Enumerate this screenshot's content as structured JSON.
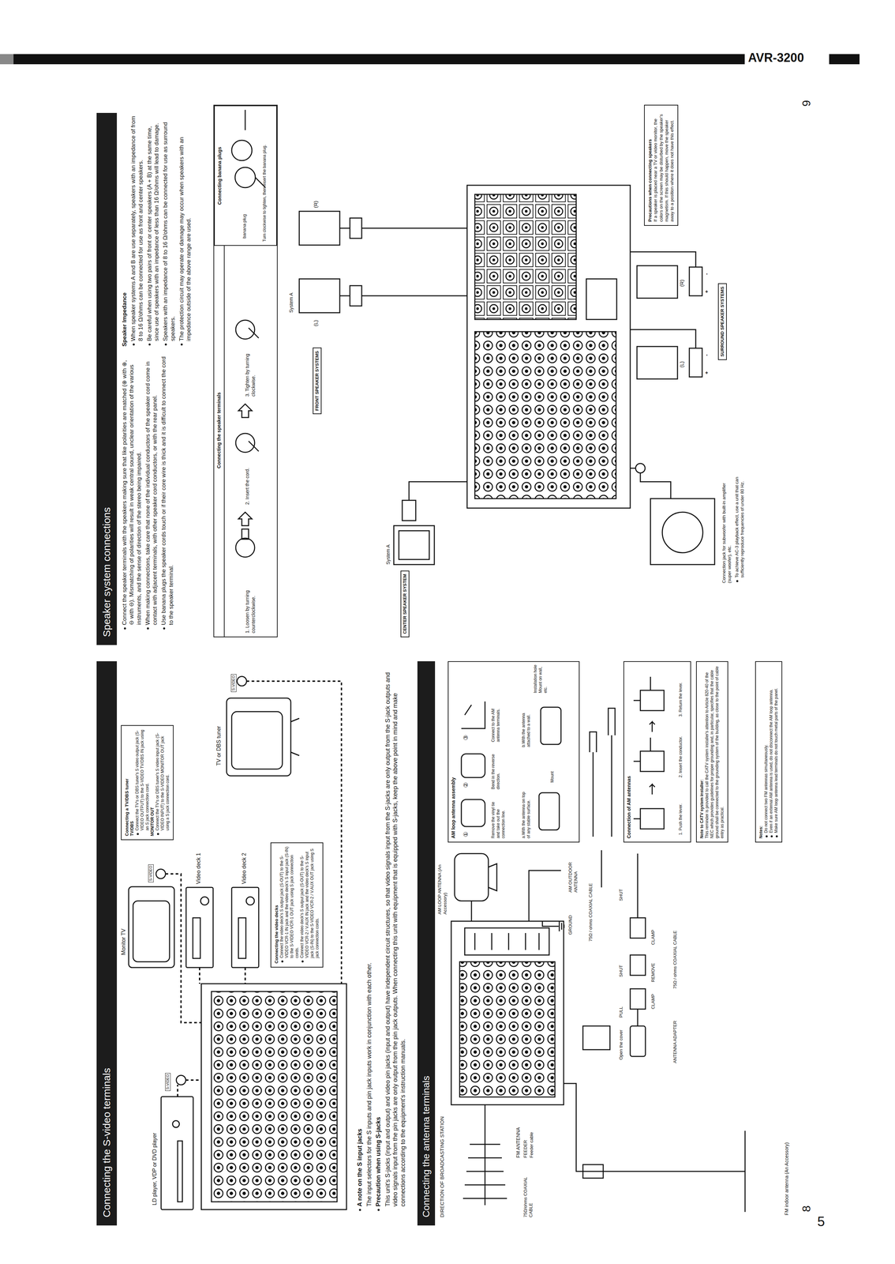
{
  "diagram": {
    "nodes": [
      {
        "text": [
          "AVR-3200"
        ]
      },
      {
        "text": [
          "Connecting the S-video terminals"
        ]
      },
      {
        "text": [
          "Connecting a TV/DBS tuner",
          "TV/DBS",
          "Connect the TV's or DBS tuner's S video output jack (S-VIDEO OUTPUT) to the S-VIDEO TV/DBS IN jack using an S jack connection cord.",
          "MONITOR OUT",
          "Connect the TV's or DBS tuner's S video input jack (S-VIDEO INPUT) to the S-VIDEO MONITOR OUT jack using a S jack connection cord."
        ]
      },
      {
        "text": [
          "Connecting the video decks",
          "Connect the video deck's S output jack (S-OUT) to the S-VIDEO VCR-1 IN jack and the video deck's S input jack (S-IN) to the S-VIDEO VCR-1 OUT jack using S jack connection cords.",
          "Connect the video deck's S output jack (S-OUT) to the S-VIDEO VCR-2 / V.AUX IN jack and the video deck's S input jack (S-IN) to the S-VIDEO VCR-2 / V.AUX OUT jack using S jack connection cords."
        ]
      },
      {
        "text": [
          "Connecting the antenna terminals"
        ]
      },
      {
        "text": [
          "AM loop antenna assembly",
          "①",
          "Remove the vinyl tie and take out the connection line.",
          "②",
          "Bend in the reverse direction.",
          "③",
          "Connect to the AM antenna terminals.",
          "a.With the antenna on top of any stable surface.",
          "Mount",
          "b.With the antenna attached to a wall.",
          "Installation hole Mount on wall, etc."
        ]
      },
      {
        "text": [
          "Connection of AM antennas",
          "1. Push the lever.",
          "2. Insert the conductor.",
          "3. Return the lever."
        ]
      },
      {
        "text": [
          "Note to CATV system installer:",
          "This reminder is provided to call the CATV system installer's attention to Article 820-40 of the NEC which provides guidelines for proper grounding and, in particular, specifies that the cable ground shall be connected to the grounding system of the building, as close to the point of cable entry as practical."
        ]
      },
      {
        "text": [
          "Notes:",
          "Do not connect two FM antennas simultaneously.",
          "Even if an external AM antenna is used, do not disconnect the AM loop antenna.",
          "Make sure AM loop antenna lead terminals do not touch metal parts of the panel."
        ]
      },
      {
        "text": [
          "Speaker system connections"
        ]
      },
      {
        "text": [
          "Connecting the speaker terminals",
          "1. Loosen by turning counterclockwise.",
          "2. Insert the cord.",
          "3. Tighten by turning clockwise."
        ]
      },
      {
        "text": [
          "Connecting banana plugs",
          "banana plug",
          "Turn clockwise to tighten, then insert the banana plug."
        ],
        "in": 10
      },
      {
        "text": [
          "CENTER SPEAKER SYSTEM"
        ]
      },
      {
        "text": [
          "FRONT SPEAKER SYSTEMS"
        ]
      },
      {
        "text": [
          "SURROUND SPEAKER SYSTEMS"
        ]
      },
      {
        "text": [
          "Precautions when connecting speakers",
          "If a speaker is placed near a TV or video monitor, the colors on the screen may be disturbed by the speaker's magnetism. If this should happen, move the speaker away to a position where it does not have this effect."
        ]
      }
    ],
    "labels": [
      "8",
      "9",
      "5",
      "LD player, VDP or DVD player",
      "S-VIDEO",
      "Monitor TV",
      "S-VIDEO",
      "Video deck 1",
      "Video deck 2",
      "TV or DBS tuner",
      "S-VIDEO",
      "A note on the S input jacks",
      "The input selectors for the S inputs and pin jack inputs work in conjunction with each other.",
      "Precaution when using S-jacks",
      "This unit's S-jacks (input and output) and video pin jacks (input and output) have independent circuit structures, so that video signals input from the S-jacks are only output from the S-jack outputs and video signals input from the pin jacks are only output from the pin jack outputs. When connecting this unit with equipment that is equipped with S-jacks, keep the above point in mind and make connections according to the equipment's instruction manuals.",
      "DIRECTION OF BROADCASTING STATION",
      "FM ANTENNA",
      "FEEDER",
      "Feeder cable",
      "75Ω/ohms COAXIAL CABLE",
      "FM indoor antenna (An Accessory)",
      "AM LOOP ANTENNA (An Accessory)",
      "AM OUTDOOR ANTENNA",
      "GROUND",
      "Open the cover",
      "PULL",
      "ANTENNA ADAPTER",
      "CLAMP",
      "SHUT",
      "REMOVE",
      "75Ω / ohms COAXIAL CABLE",
      "CLAMP",
      "SHUT",
      "75Ω / ohms COAXIAL CABLE",
      "Connect the speaker terminals with the speakers making sure that like polarities are matched (⊕ with ⊕, ⊖ with ⊖). Mismatching of polarities will result in weak central sound, unclear orientation of the various instruments, and the sense of direction of the stereo being impaired.",
      "When making connections, take care that none of the individual conductors of the speaker cord come in contact with adjacent terminals, with other speaker cord conductors, or with the rear panel.",
      "Use banana plugs the speaker cords touch or if their core wire is thick and it is difficult to connect the cord to the speaker terminal.",
      "Speaker Impedance",
      "When speaker systems A and B are use separately, speakers with an impedance of from 8 to 16 Ω/ohms can be connected for use as front and center speakers.",
      "Be careful when using two pairs of front or center speakers (A + B) at the same time, since use of speakers with an impedance of less than 16 Ω/ohms will lead to damage.",
      "Speakers with an impedance of 8 to 16 Ω/ohms can be connected for use as surround speakers.",
      "The protection circuit may operate or damage may occur when speakers with an impedance outside of the above range are used.",
      "System A",
      "System A",
      "(L)",
      "(R)",
      "(L)",
      "(R)",
      "+",
      "-",
      "+",
      "-",
      "Connection jack for subwoofer with built-in amplifier (super woofer), etc.",
      "To achieve AC-3 playback effect, use a unit that can sufficiently reproduce frequencies of under 80 Hz."
    ]
  }
}
